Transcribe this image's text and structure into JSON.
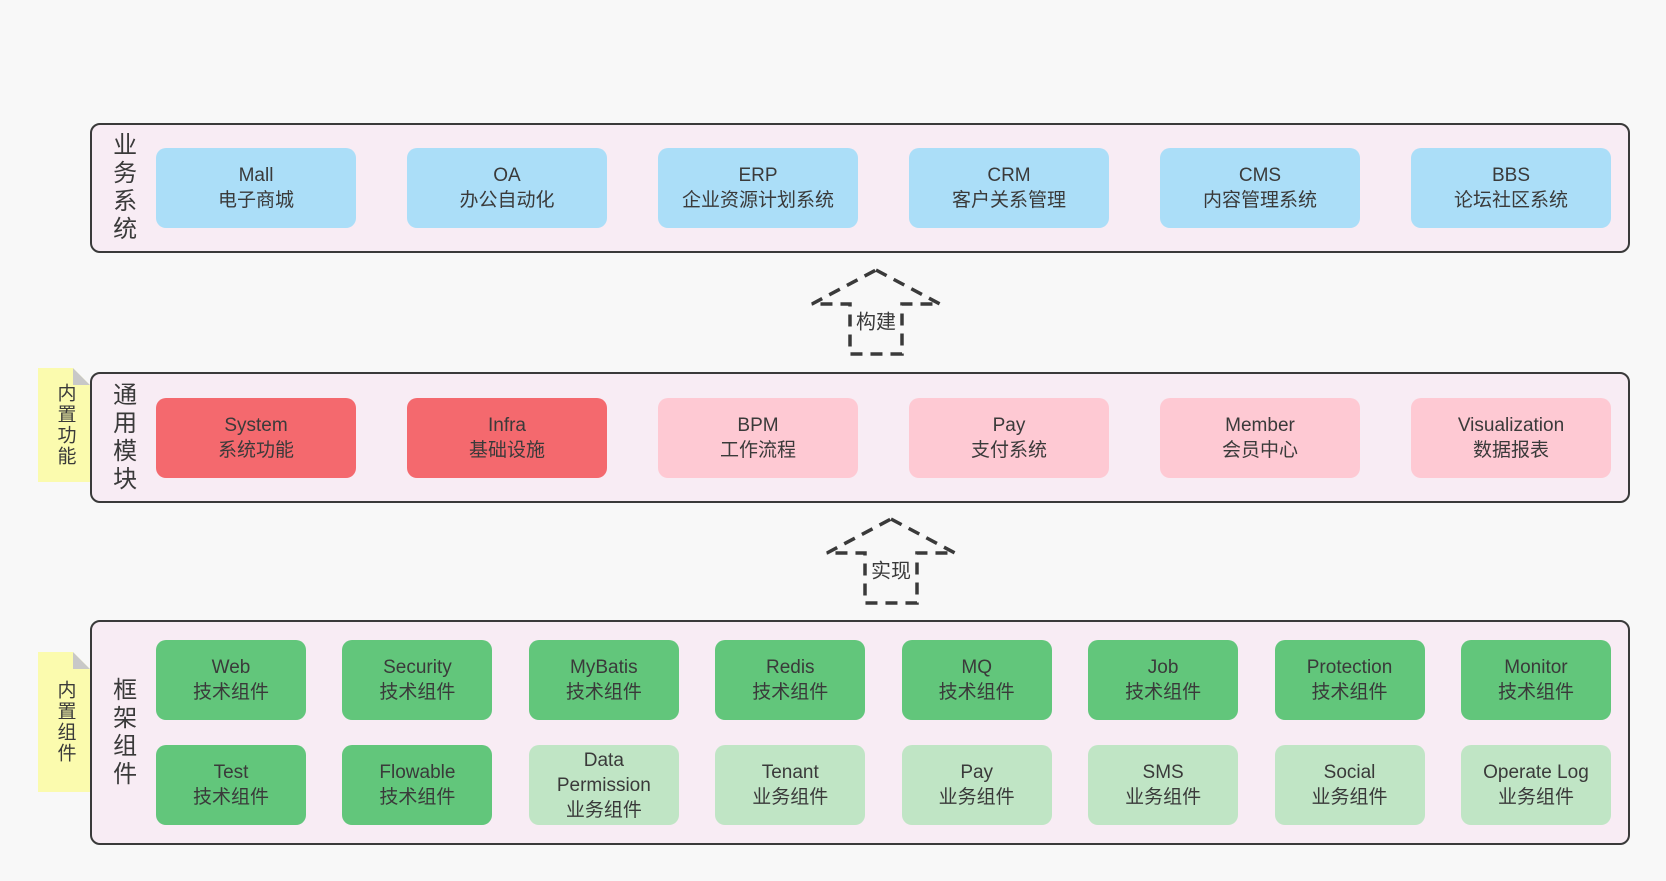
{
  "colors": {
    "page-bg": "#f8f8f8",
    "panel-bg": "#f8ecf4",
    "panel-border": "#3a3a3a",
    "box-blue": "#abdef8",
    "box-red": "#f4696e",
    "box-pink": "#fec9d3",
    "box-green": "#62c67b",
    "box-lightgreen": "#c0e5c5",
    "note-yellow": "#fbfbae",
    "note-fold": "#c8c8c8",
    "text": "#3a3a3a"
  },
  "arrows": [
    {
      "label": "构建"
    },
    {
      "label": "实现"
    }
  ],
  "sections": [
    {
      "id": "business-systems",
      "label": "业务系统",
      "boxes": [
        {
          "title": "Mall",
          "subtitle": "电子商城",
          "variant": "blue"
        },
        {
          "title": "OA",
          "subtitle": "办公自动化",
          "variant": "blue"
        },
        {
          "title": "ERP",
          "subtitle": "企业资源计划系统",
          "variant": "blue"
        },
        {
          "title": "CRM",
          "subtitle": "客户关系管理",
          "variant": "blue"
        },
        {
          "title": "CMS",
          "subtitle": "内容管理系统",
          "variant": "blue"
        },
        {
          "title": "BBS",
          "subtitle": "论坛社区系统",
          "variant": "blue"
        }
      ]
    },
    {
      "id": "common-modules",
      "label": "通用模块",
      "note": "内置功能",
      "boxes": [
        {
          "title": "System",
          "subtitle": "系统功能",
          "variant": "red"
        },
        {
          "title": "Infra",
          "subtitle": "基础设施",
          "variant": "red"
        },
        {
          "title": "BPM",
          "subtitle": "工作流程",
          "variant": "pink"
        },
        {
          "title": "Pay",
          "subtitle": "支付系统",
          "variant": "pink"
        },
        {
          "title": "Member",
          "subtitle": "会员中心",
          "variant": "pink"
        },
        {
          "title": "Visualization",
          "subtitle": "数据报表",
          "variant": "pink"
        }
      ]
    },
    {
      "id": "framework-components",
      "label": "框架组件",
      "note": "内置组件",
      "rows": [
        [
          {
            "title": "Web",
            "subtitle": "技术组件",
            "variant": "green"
          },
          {
            "title": "Security",
            "subtitle": "技术组件",
            "variant": "green"
          },
          {
            "title": "MyBatis",
            "subtitle": "技术组件",
            "variant": "green"
          },
          {
            "title": "Redis",
            "subtitle": "技术组件",
            "variant": "green"
          },
          {
            "title": "MQ",
            "subtitle": "技术组件",
            "variant": "green"
          },
          {
            "title": "Job",
            "subtitle": "技术组件",
            "variant": "green"
          },
          {
            "title": "Protection",
            "subtitle": "技术组件",
            "variant": "green"
          },
          {
            "title": "Monitor",
            "subtitle": "技术组件",
            "variant": "green"
          }
        ],
        [
          {
            "title": "Test",
            "subtitle": "技术组件",
            "variant": "green"
          },
          {
            "title": "Flowable",
            "subtitle": "技术组件",
            "variant": "green"
          },
          {
            "title": "Data Permission",
            "subtitle": "业务组件",
            "variant": "lightgreen"
          },
          {
            "title": "Tenant",
            "subtitle": "业务组件",
            "variant": "lightgreen"
          },
          {
            "title": "Pay",
            "subtitle": "业务组件",
            "variant": "lightgreen"
          },
          {
            "title": "SMS",
            "subtitle": "业务组件",
            "variant": "lightgreen"
          },
          {
            "title": "Social",
            "subtitle": "业务组件",
            "variant": "lightgreen"
          },
          {
            "title": "Operate Log",
            "subtitle": "业务组件",
            "variant": "lightgreen"
          }
        ]
      ]
    }
  ]
}
